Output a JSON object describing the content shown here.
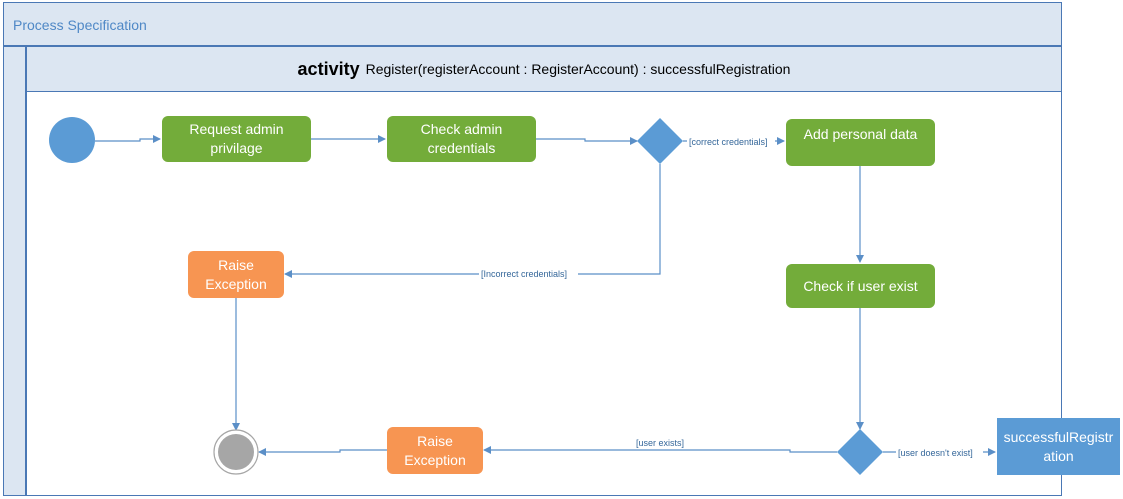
{
  "frame": {
    "title": "Process Specification"
  },
  "activity": {
    "keyword": "activity",
    "signature": "Register(registerAccount : RegisterAccount) : successfulRegistration"
  },
  "nodes": {
    "request_admin": "Request admin privilage",
    "check_admin": "Check admin credentials",
    "add_personal": "Add personal data",
    "raise_exception_1": "Raise Exception",
    "check_user": "Check if user exist",
    "raise_exception_2": "Raise Exception",
    "output": "successfulRegistration"
  },
  "guards": {
    "correct": "[correct credentials]",
    "incorrect": "[Incorrect credentials]",
    "user_exists": "[user exists]",
    "user_not_exist": "[user doesn't exist]"
  },
  "colors": {
    "action": "#73ac3a",
    "exception": "#f79552",
    "control": "#5b9bd5",
    "edge": "#5b8fc7",
    "frame_fill": "#dce6f2"
  }
}
